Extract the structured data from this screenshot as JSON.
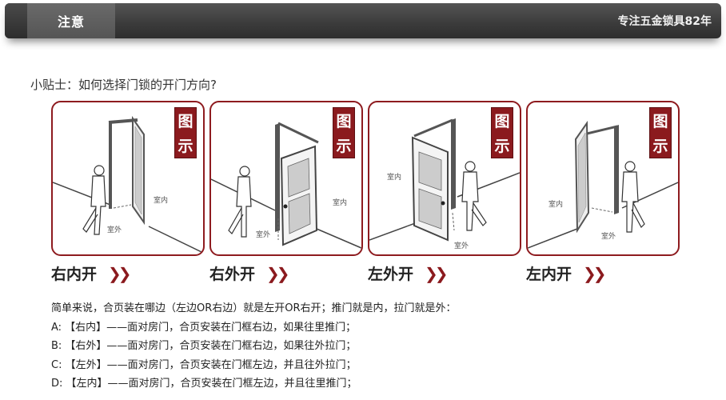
{
  "header": {
    "tab_label": "注意",
    "slogan": "专注五金锁具82年"
  },
  "tip": {
    "title": "小贴士：如何选择门锁的开门方向?"
  },
  "panels": [
    {
      "badge_top": "图",
      "badge_bottom": "示",
      "room_inside": "室内",
      "room_outside": "室外",
      "caption": "右内开",
      "arrow": "❯❯"
    },
    {
      "badge_top": "图",
      "badge_bottom": "示",
      "room_inside": "室内",
      "room_outside": "室外",
      "caption": "右外开",
      "arrow": "❯❯"
    },
    {
      "badge_top": "图",
      "badge_bottom": "示",
      "room_inside": "室内",
      "room_outside": "室外",
      "caption": "左外开",
      "arrow": "❯❯"
    },
    {
      "badge_top": "图",
      "badge_bottom": "示",
      "room_inside": "室内",
      "room_outside": "室外",
      "caption": "左内开",
      "arrow": "❯❯"
    }
  ],
  "explanation": {
    "intro": "简单来说，合页装在哪边（左边OR右边）就是左开OR右开；推门就是内，拉门就是外：",
    "items": [
      "A: 【右内】——面对房门，合页安装在门框右边，如果往里推门；",
      "B: 【右外】——面对房门，合页安装在门框右边，如果往外拉门；",
      "C: 【左外】——面对房门，合页安装在门框左边，并且往外拉门；",
      "D: 【左内】——面对房门，合页安装在门框左边，并且往里推门；"
    ]
  },
  "colors": {
    "accent_red": "#8b1a1e",
    "header_dark": "#3c3c3c"
  }
}
